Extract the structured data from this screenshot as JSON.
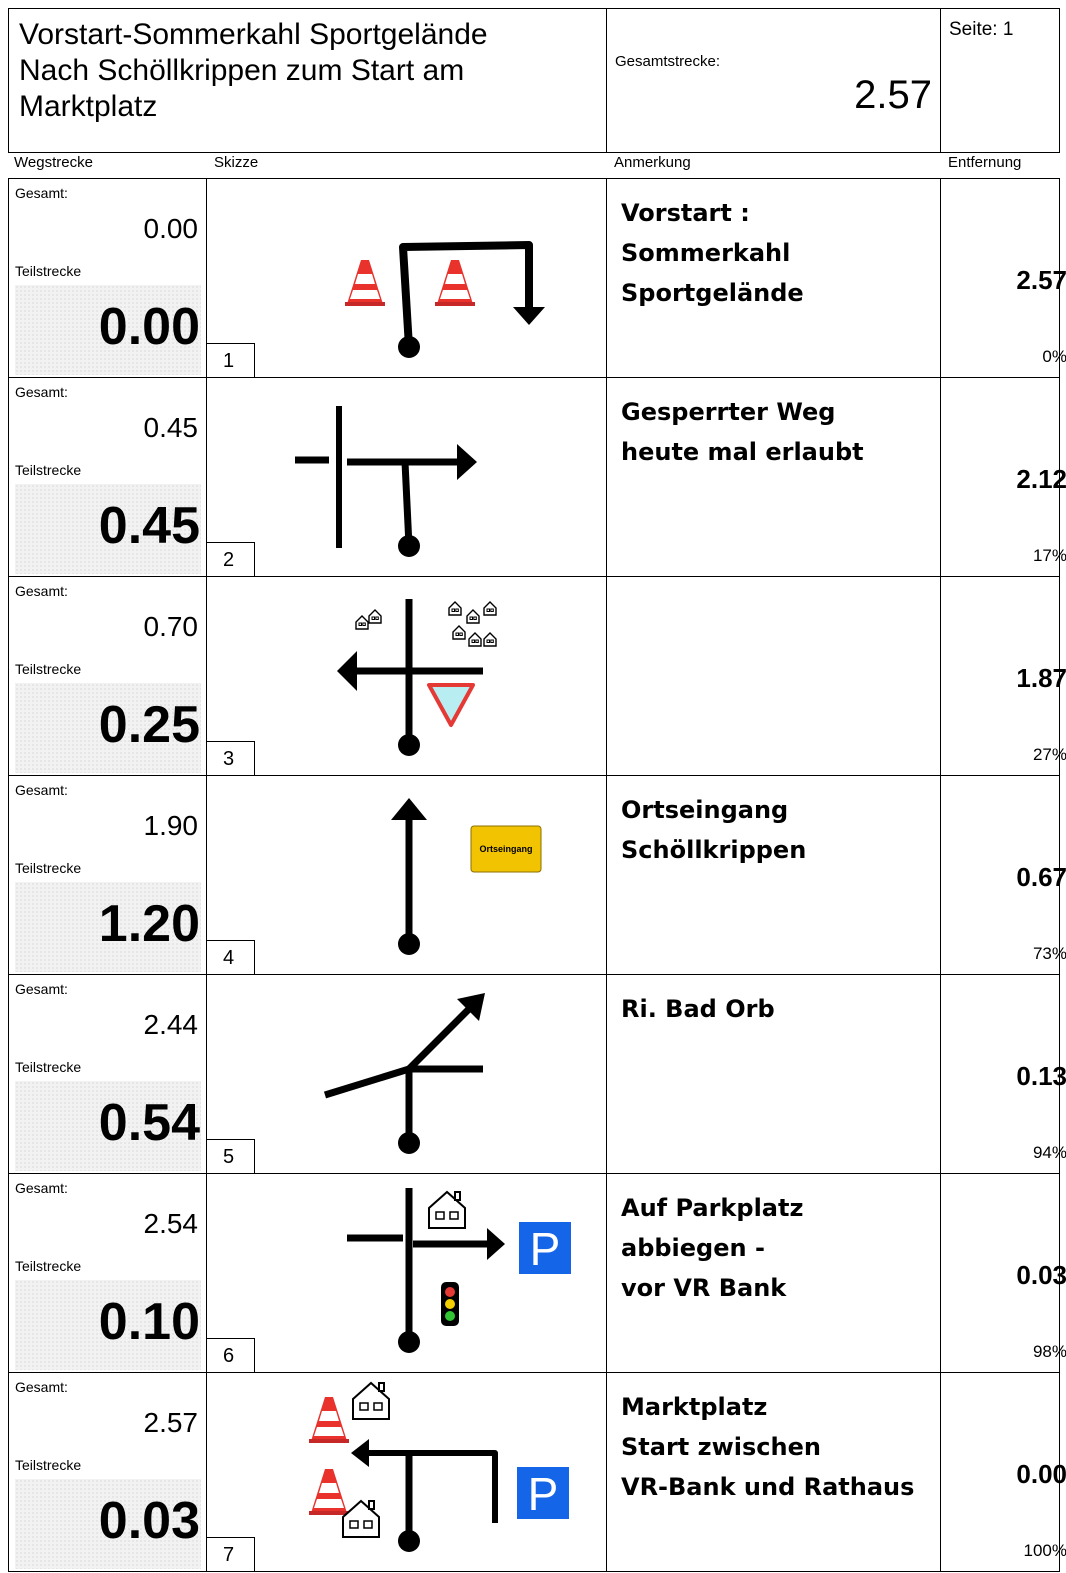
{
  "header": {
    "title_lines": [
      "Vorstart-Sommerkahl Sportgelände",
      "Nach Schöllkrippen zum Start am",
      "Marktplatz"
    ],
    "total_label": "Gesamtstrecke:",
    "total_value": "2.57",
    "page_label": "Seite: 1"
  },
  "columns": {
    "distance": "Wegstrecke",
    "sketch": "Skizze",
    "note": "Anmerkung",
    "remaining": "Entfernung"
  },
  "labels": {
    "total": "Gesamt:",
    "partial": "Teilstrecke"
  },
  "rows": [
    {
      "step": "1",
      "total": "0.00",
      "partial": "0.00",
      "note": [
        "Vorstart :",
        "Sommerkahl",
        "Sportgelände"
      ],
      "remaining": "2.57",
      "percent": "0%"
    },
    {
      "step": "2",
      "total": "0.45",
      "partial": "0.45",
      "note": [
        "Gesperrter Weg",
        "heute mal erlaubt"
      ],
      "remaining": "2.12",
      "percent": "17%"
    },
    {
      "step": "3",
      "total": "0.70",
      "partial": "0.25",
      "note": [],
      "remaining": "1.87",
      "percent": "27%"
    },
    {
      "step": "4",
      "total": "1.90",
      "partial": "1.20",
      "note": [
        "Ortseingang",
        "Schöllkrippen"
      ],
      "remaining": "0.67",
      "percent": "73%"
    },
    {
      "step": "5",
      "total": "2.44",
      "partial": "0.54",
      "note": [
        "Ri. Bad Orb"
      ],
      "remaining": "0.13",
      "percent": "94%"
    },
    {
      "step": "6",
      "total": "2.54",
      "partial": "0.10",
      "note": [
        "Auf Parkplatz",
        "abbiegen -",
        "vor VR Bank"
      ],
      "remaining": "0.03",
      "percent": "98%"
    },
    {
      "step": "7",
      "total": "2.57",
      "partial": "0.03",
      "note": [
        " Marktplatz",
        "Start zwischen",
        "VR-Bank und Rathaus"
      ],
      "remaining": "0.00",
      "percent": "100%"
    }
  ],
  "signs": {
    "town_sign_text": "Ortseingang",
    "parking_letter": "P",
    "colors": {
      "cone_red": "#e8322b",
      "yield_red": "#e53935",
      "yield_fill": "#b8eef2",
      "town_sign": "#f2c300",
      "parking_blue": "#1565e8"
    }
  }
}
